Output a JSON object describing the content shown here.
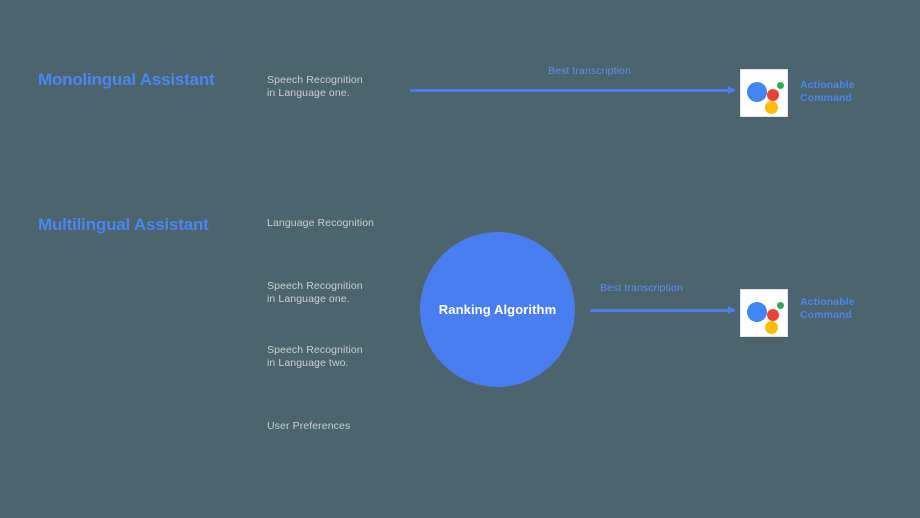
{
  "diagram": {
    "background_color": "#4c646e",
    "accent_blue": "#4a7ef0",
    "heading_color": "#4a86f0",
    "label_color": "#c9cfd2"
  },
  "sections": {
    "monolingual": {
      "title": "Monolingual Assistant",
      "input_label": "Speech Recognition\nin Language one.",
      "arrow_label": "Best transcription",
      "output_label": "Actionable\nCommand",
      "assistant_icon": "google-assistant-icon"
    },
    "multilingual": {
      "title": "Multilingual Assistant",
      "inputs": [
        {
          "label": "Language Recognition"
        },
        {
          "label": "Speech Recognition\nin Language one."
        },
        {
          "label": "Speech Recognition\nin Language two."
        },
        {
          "label": "User Preferences"
        }
      ],
      "processor": {
        "label": "Ranking Algorithm",
        "shape": "circle",
        "color": "#4a7ef0"
      },
      "arrow_label": "Best transcription",
      "output_label": "Actionable\nCommand",
      "assistant_icon": "google-assistant-icon"
    }
  },
  "icon_colors": {
    "blue": "#4285f4",
    "red": "#ea4335",
    "green": "#34a853",
    "yellow": "#fbbc05"
  }
}
